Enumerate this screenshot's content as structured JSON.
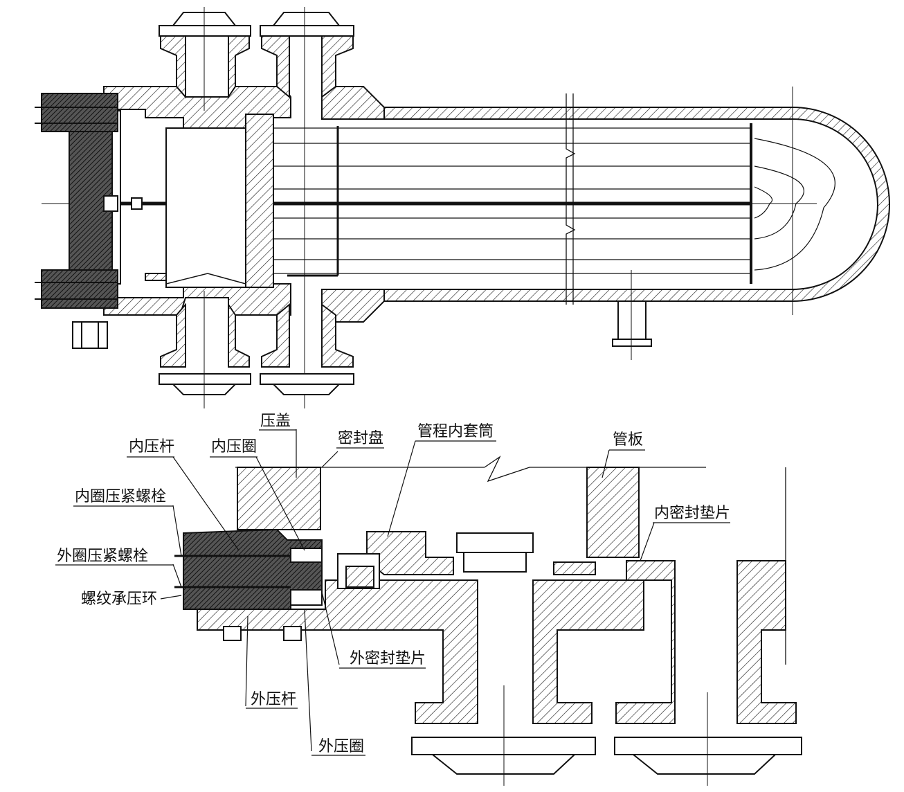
{
  "labels": {
    "ya_gai": "压盖",
    "mi_feng_pan": "密封盘",
    "guan_cheng_nei_tao_tong": "管程内套筒",
    "guan_ban": "管板",
    "nei_ya_gan": "内压杆",
    "nei_ya_quan": "内压圈",
    "nei_quan_ya_jin_luo_shuan": "内圈压紧螺栓",
    "wai_quan_ya_jin_luo_shuan": "外圈压紧螺栓",
    "luo_wen_cheng_ya_huan": "螺纹承压环",
    "nei_mi_feng_dian_pian": "内密封垫片",
    "wai_mi_feng_dian_pian": "外密封垫片",
    "wai_ya_gan": "外压杆",
    "wai_ya_quan": "外压圈"
  },
  "colors": {
    "line": "#111111",
    "hatch": "#222222",
    "dark_fill": "#444444"
  }
}
